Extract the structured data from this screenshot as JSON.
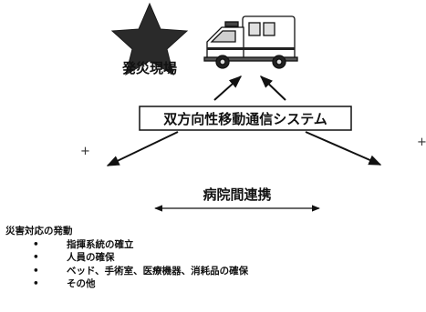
{
  "diagram": {
    "site_label": "発災現場",
    "center_box_label": "双方向性移動通信システム",
    "hospital_link_label": "病院間連携",
    "plus_marks": [
      "+",
      "+"
    ]
  },
  "response": {
    "title": "災害対応の発動",
    "bullet_glyph": "•",
    "items": [
      "指揮系統の確立",
      "人員の確保",
      "ベッド、手術室、医療機器、消耗品の確保",
      "その他"
    ]
  },
  "colors": {
    "ink": "#111111",
    "star": "#2a2a2a",
    "ambulance_body": "#ffffff",
    "ambulance_stripe": "#222222",
    "background": "#ffffff"
  },
  "icons": {
    "star": "star-icon",
    "ambulance": "ambulance-icon"
  }
}
